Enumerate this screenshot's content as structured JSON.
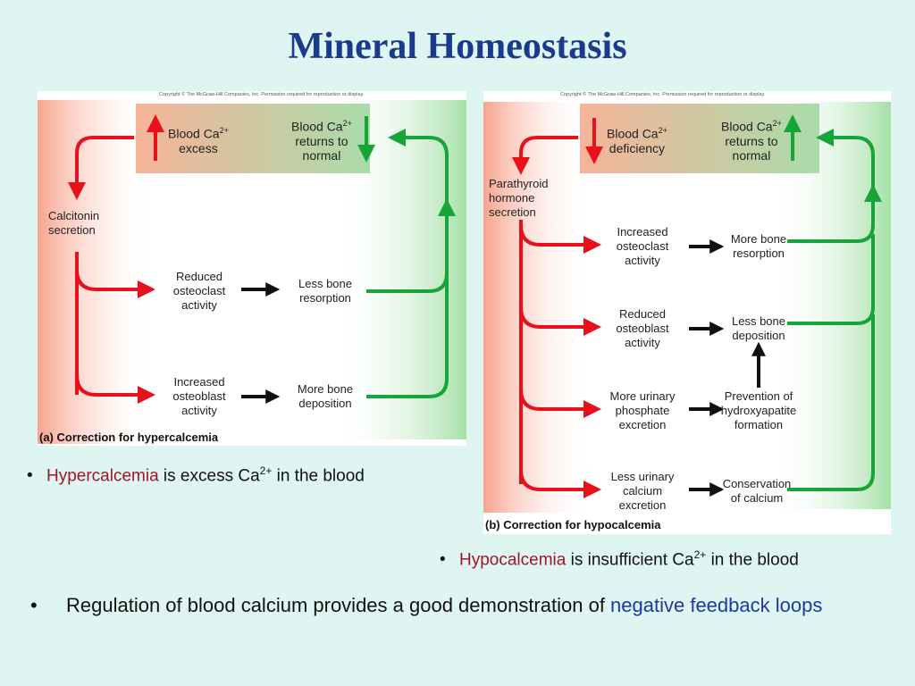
{
  "title": "Mineral Homeostasis",
  "panel_a": {
    "copyright": "Copyright © The McGraw-Hill Companies, Inc. Permission required for reproduction or display.",
    "top_left": {
      "text": "Blood Ca",
      "sup": "2+",
      "line2": "excess"
    },
    "top_right": {
      "text": "Blood Ca",
      "sup": "2+",
      "line2": "returns to",
      "line3": "normal"
    },
    "secretion": "Calcitonin\nsecretion",
    "row1_cause": "Reduced\nosteoclast\nactivity",
    "row1_effect": "Less bone\nresorption",
    "row2_cause": "Increased\nosteoblast\nactivity",
    "row2_effect": "More bone\ndeposition",
    "caption": "(a) Correction for hypercalcemia"
  },
  "panel_b": {
    "copyright": "Copyright © The McGraw-Hill Companies, Inc. Permission required for reproduction or display.",
    "top_left": {
      "text": "Blood Ca",
      "sup": "2+",
      "line2": "deficiency"
    },
    "top_right": {
      "text": "Blood Ca",
      "sup": "2+",
      "line2": "returns to",
      "line3": "normal"
    },
    "secretion": "Parathyroid\nhormone\nsecretion",
    "row1_cause": "Increased\nosteoclast\nactivity",
    "row1_effect": "More bone\nresorption",
    "row2_cause": "Reduced\nosteoblast\nactivity",
    "row2_effect": "Less bone\ndeposition",
    "row3_cause": "More urinary\nphosphate\nexcretion",
    "row3_effect": "Prevention of\nhydroxyapatite\nformation",
    "row4_cause": "Less urinary\ncalcium\nexcretion",
    "row4_effect": "Conservation\nof calcium",
    "caption": "(b) Correction for hypocalcemia"
  },
  "bullets": {
    "hyper": {
      "term": "Hypercalcemia",
      "rest": " is excess Ca",
      "sup": "2+",
      "tail": " in the blood"
    },
    "hypo": {
      "term": "Hypocalcemia",
      "rest": " is insufficient Ca",
      "sup": "2+",
      "tail": " in the blood"
    },
    "main": {
      "text": "Regulation of blood calcium provides a good demonstration of ",
      "highlight": "negative feedback loops"
    }
  },
  "colors": {
    "title": "#1a3a8c",
    "red_arrow": "#e8101a",
    "green_arrow": "#17a53a",
    "term_red": "#a0142c",
    "term_blue": "#1a3aa0"
  }
}
